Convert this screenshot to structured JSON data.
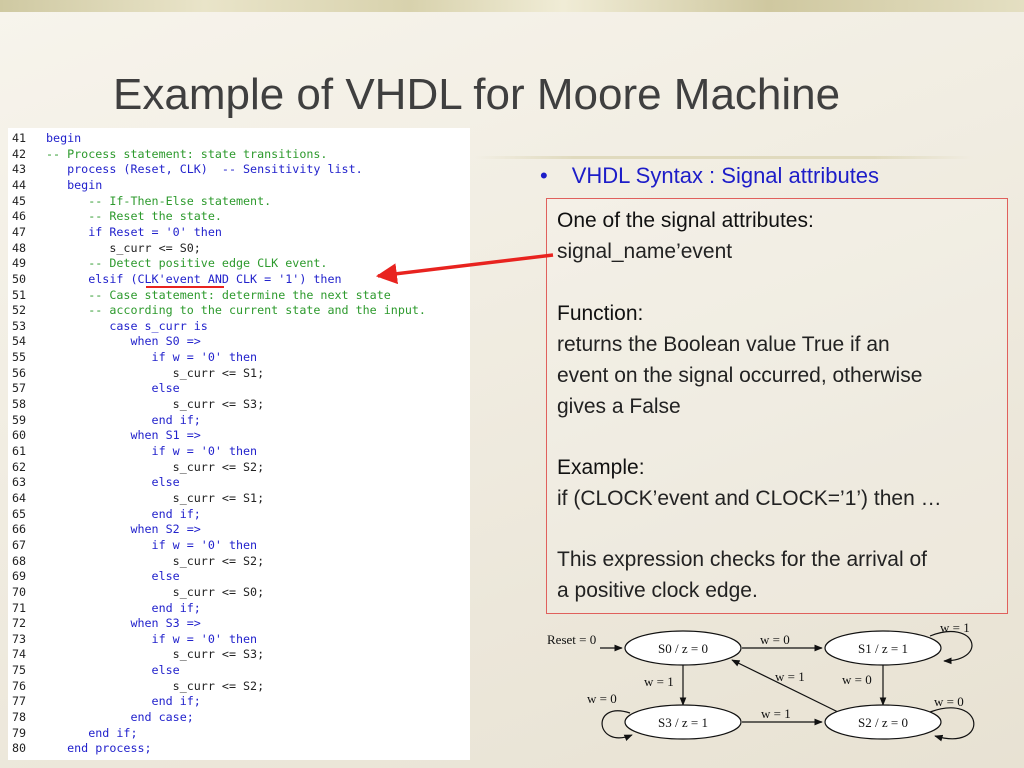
{
  "title": "Example of VHDL for Moore Machine",
  "code": {
    "lines": [
      {
        "n": "41",
        "text": "begin",
        "color": "#2222cc"
      },
      {
        "n": "42",
        "text": "-- Process statement: state transitions.",
        "color": "#2d9a2d"
      },
      {
        "n": "43",
        "text": "   process (Reset, CLK)  -- Sensitivity list.",
        "color": "#2222cc"
      },
      {
        "n": "44",
        "text": "   begin",
        "color": "#2222cc"
      },
      {
        "n": "45",
        "text": "      -- If-Then-Else statement.",
        "color": "#2d9a2d"
      },
      {
        "n": "46",
        "text": "      -- Reset the state.",
        "color": "#2d9a2d"
      },
      {
        "n": "47",
        "text": "      if Reset = '0' then",
        "color": "#2222cc"
      },
      {
        "n": "48",
        "text": "         s_curr <= S0;",
        "color": "#222222"
      },
      {
        "n": "49",
        "text": "      -- Detect positive edge CLK event.",
        "color": "#2d9a2d"
      },
      {
        "n": "50",
        "text": "      elsif (CLK'event AND CLK = '1') then",
        "color": "#2222cc"
      },
      {
        "n": "51",
        "text": "      -- Case statement: determine the next state",
        "color": "#2d9a2d"
      },
      {
        "n": "52",
        "text": "      -- according to the current state and the input.",
        "color": "#2d9a2d"
      },
      {
        "n": "53",
        "text": "         case s_curr is",
        "color": "#2222cc"
      },
      {
        "n": "54",
        "text": "            when S0 =>",
        "color": "#2222cc"
      },
      {
        "n": "55",
        "text": "               if w = '0' then",
        "color": "#2222cc"
      },
      {
        "n": "56",
        "text": "                  s_curr <= S1;",
        "color": "#222222"
      },
      {
        "n": "57",
        "text": "               else",
        "color": "#2222cc"
      },
      {
        "n": "58",
        "text": "                  s_curr <= S3;",
        "color": "#222222"
      },
      {
        "n": "59",
        "text": "               end if;",
        "color": "#2222cc"
      },
      {
        "n": "60",
        "text": "            when S1 =>",
        "color": "#2222cc"
      },
      {
        "n": "61",
        "text": "               if w = '0' then",
        "color": "#2222cc"
      },
      {
        "n": "62",
        "text": "                  s_curr <= S2;",
        "color": "#222222"
      },
      {
        "n": "63",
        "text": "               else",
        "color": "#2222cc"
      },
      {
        "n": "64",
        "text": "                  s_curr <= S1;",
        "color": "#222222"
      },
      {
        "n": "65",
        "text": "               end if;",
        "color": "#2222cc"
      },
      {
        "n": "66",
        "text": "            when S2 =>",
        "color": "#2222cc"
      },
      {
        "n": "67",
        "text": "               if w = '0' then",
        "color": "#2222cc"
      },
      {
        "n": "68",
        "text": "                  s_curr <= S2;",
        "color": "#222222"
      },
      {
        "n": "69",
        "text": "               else",
        "color": "#2222cc"
      },
      {
        "n": "70",
        "text": "                  s_curr <= S0;",
        "color": "#222222"
      },
      {
        "n": "71",
        "text": "               end if;",
        "color": "#2222cc"
      },
      {
        "n": "72",
        "text": "            when S3 =>",
        "color": "#2222cc"
      },
      {
        "n": "73",
        "text": "               if w = '0' then",
        "color": "#2222cc"
      },
      {
        "n": "74",
        "text": "                  s_curr <= S3;",
        "color": "#222222"
      },
      {
        "n": "75",
        "text": "               else",
        "color": "#2222cc"
      },
      {
        "n": "76",
        "text": "                  s_curr <= S2;",
        "color": "#222222"
      },
      {
        "n": "77",
        "text": "               end if;",
        "color": "#2222cc"
      },
      {
        "n": "78",
        "text": "            end case;",
        "color": "#2222cc"
      },
      {
        "n": "79",
        "text": "      end if;",
        "color": "#2222cc"
      },
      {
        "n": "80",
        "text": "   end process;",
        "color": "#2222cc"
      }
    ]
  },
  "bullet": "VHDL Syntax : Signal attributes",
  "bullet_color": "#1d1dc8",
  "box": {
    "heading1": "One of the signal attributes:",
    "line1": "signal_name’event",
    "heading2": "Function:",
    "line2a": "returns the Boolean value True if an",
    "line2b": "event on the signal occurred, otherwise",
    "line2c": "gives a False",
    "heading3": "Example:",
    "line3": "if (CLOCK’event and CLOCK=’1’) then …",
    "line4a": "This expression checks for the arrival of",
    "line4b": "a positive clock edge."
  },
  "arrow_color": "#e8231f",
  "fsm": {
    "reset_label": "Reset = 0",
    "states": {
      "s0": "S0 / z = 0",
      "s1": "S1 / z = 1",
      "s2": "S2 / z = 0",
      "s3": "S3 / z = 1"
    },
    "edges": {
      "s0_s1": "w = 0",
      "s1_self": "w = 1",
      "s1_s2": "w = 0",
      "s2_self": "w = 0",
      "s2_s0": "w = 1",
      "s0_s3": "w = 1",
      "s3_self": "w = 0",
      "s3_s2": "w = 1"
    }
  }
}
